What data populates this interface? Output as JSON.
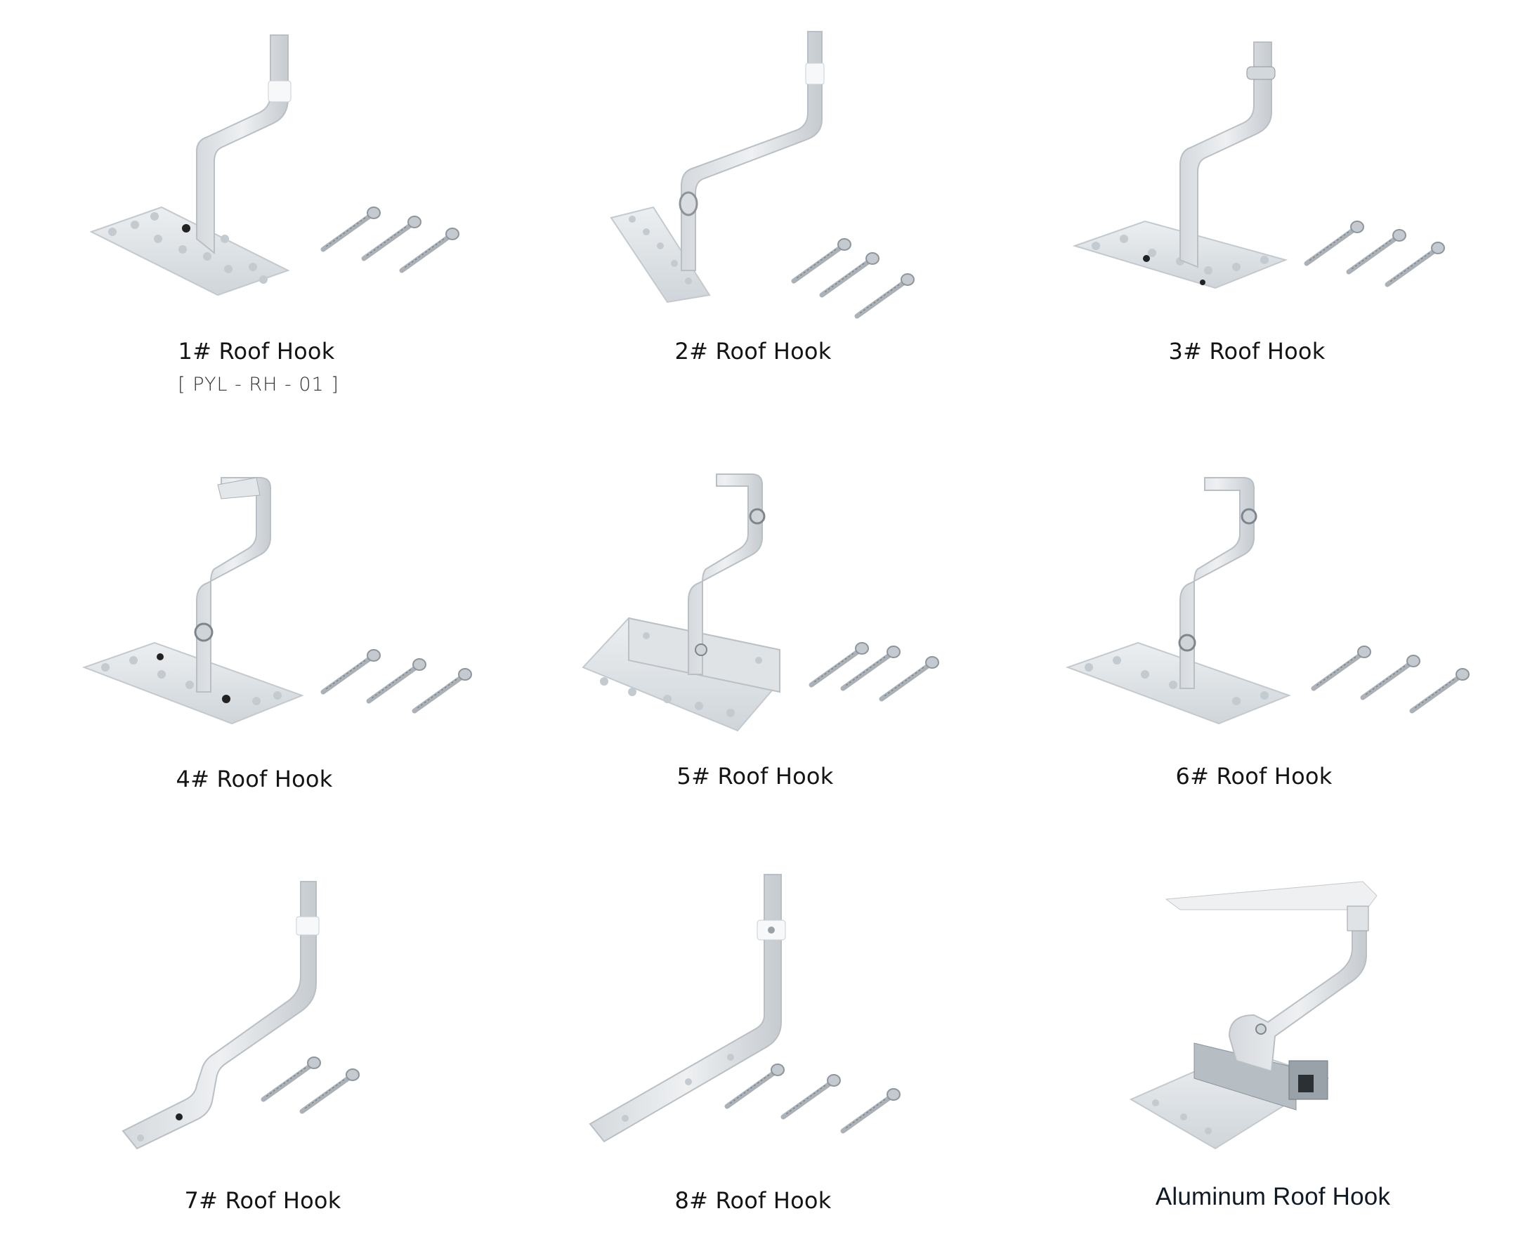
{
  "catalog": {
    "products": [
      {
        "label": "1# Roof Hook",
        "code": "[ PYL - RH - 01 ]",
        "icon": "hook-icon",
        "screws": 3
      },
      {
        "label": "2# Roof Hook",
        "icon": "hook-icon",
        "screws": 3
      },
      {
        "label": "3# Roof Hook",
        "icon": "hook-icon",
        "screws": 3
      },
      {
        "label": "4# Roof Hook",
        "icon": "hook-icon",
        "screws": 3
      },
      {
        "label": "5# Roof Hook",
        "icon": "hook-icon",
        "screws": 3
      },
      {
        "label": "6# Roof Hook",
        "icon": "hook-icon",
        "screws": 3
      },
      {
        "label": "7# Roof Hook",
        "icon": "hook-icon",
        "screws": 2
      },
      {
        "label": "8# Roof Hook",
        "icon": "hook-icon",
        "screws": 3
      },
      {
        "label": "Aluminum Roof Hook",
        "icon": "aluminum-hook-icon",
        "screws": 0
      }
    ]
  },
  "colors": {
    "metal_light": "#e9ecef",
    "metal_mid": "#cdd2d7",
    "metal_dark": "#a9b0b6",
    "hole": "#b9c0c6",
    "text": "#141414"
  }
}
